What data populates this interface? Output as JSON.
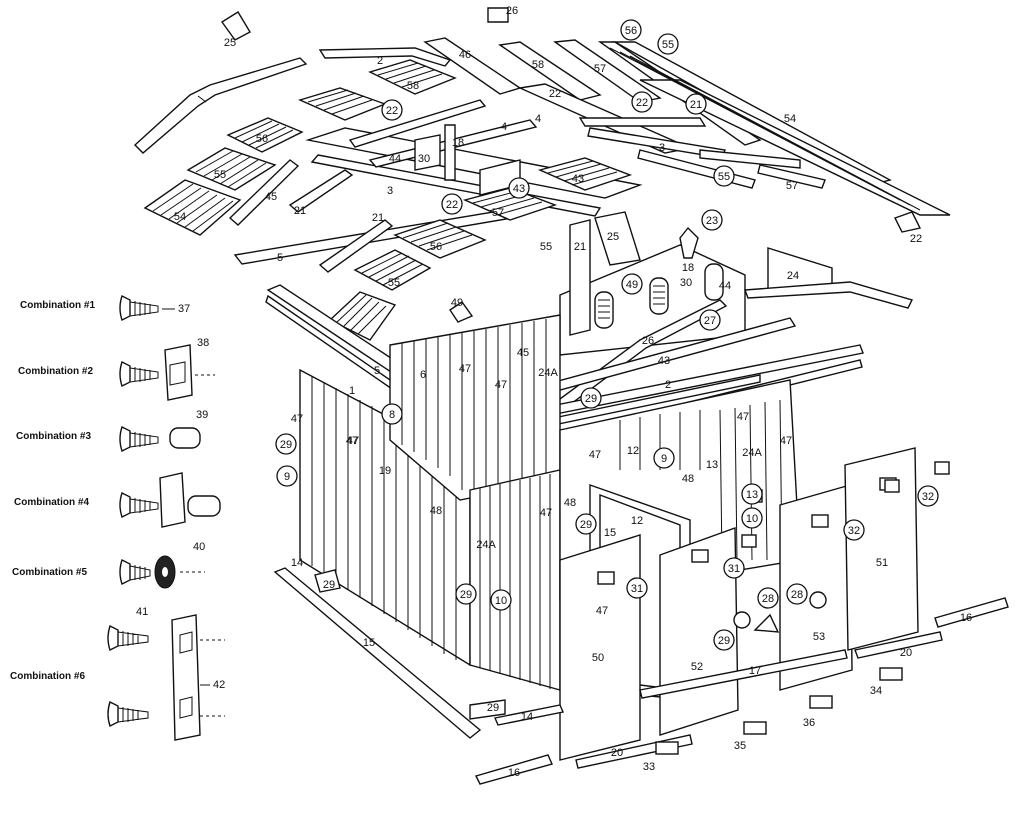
{
  "combinations": [
    {
      "name": "Combination #1",
      "parts": [
        "37"
      ]
    },
    {
      "name": "Combination #2",
      "parts": [
        "38"
      ]
    },
    {
      "name": "Combination #3",
      "parts": [
        "39"
      ]
    },
    {
      "name": "Combination #4",
      "parts": []
    },
    {
      "name": "Combination #5",
      "parts": [
        "40"
      ]
    },
    {
      "name": "Combination #6",
      "parts": [
        "41",
        "42"
      ]
    }
  ],
  "plain_labels": [
    "26",
    "25",
    "2",
    "46",
    "58",
    "57",
    "58",
    "54",
    "22",
    "4",
    "4",
    "57",
    "18",
    "44",
    "30",
    "3",
    "56",
    "55",
    "45",
    "21",
    "21",
    "3",
    "5",
    "56",
    "55",
    "54",
    "43",
    "57",
    "22",
    "21",
    "25",
    "18",
    "30",
    "44",
    "24",
    "49",
    "45",
    "26",
    "43",
    "2",
    "5",
    "1",
    "19",
    "6",
    "47",
    "47",
    "47",
    "48",
    "47",
    "24A",
    "47",
    "47",
    "47",
    "48",
    "24A",
    "47",
    "47",
    "12",
    "48",
    "13",
    "15",
    "12",
    "24A",
    "47",
    "14",
    "15",
    "29",
    "50",
    "52",
    "17",
    "53",
    "51",
    "16",
    "20",
    "34",
    "36",
    "35",
    "33",
    "16",
    "20",
    "29",
    "14",
    "55"
  ],
  "circled_labels": [
    "56",
    "55",
    "22",
    "21",
    "22",
    "22",
    "43",
    "55",
    "23",
    "49",
    "27",
    "29",
    "8",
    "29",
    "9",
    "9",
    "13",
    "29",
    "10",
    "32",
    "32",
    "31",
    "31",
    "28",
    "29",
    "28",
    "29",
    "10"
  ]
}
